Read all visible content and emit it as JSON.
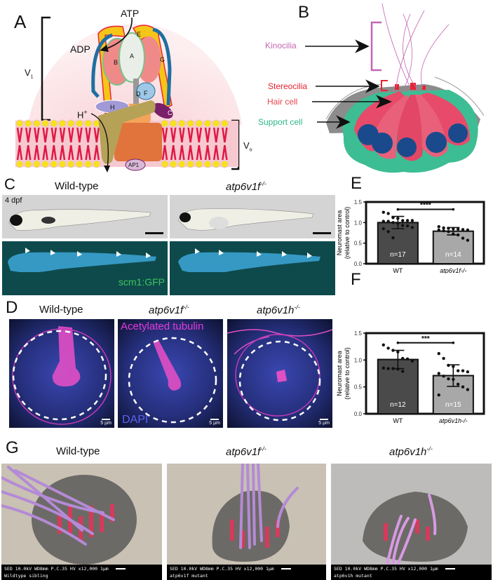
{
  "figure": {
    "panels": {
      "A": {
        "letter": "A",
        "labels": {
          "atp": "ATP",
          "adp": "ADP",
          "v1": "V",
          "v1_sub": "1",
          "vo": "V",
          "vo_sub": "o",
          "h_plus": "H",
          "h_plus_sup": "+",
          "subunits": [
            "A",
            "B",
            "C",
            "D",
            "E",
            "F",
            "G",
            "H",
            "AP1"
          ]
        },
        "colors": {
          "background": "#fbe3e6",
          "yellow": "#f5c518",
          "red": "#e8273a",
          "blue": "#1f6fa0",
          "pink": "#f08a88",
          "green": "#7cc08a",
          "tan": "#b5a257",
          "orange": "#e0743c",
          "purple": "#7a1f6a",
          "lavender": "#a29ad6"
        }
      },
      "B": {
        "letter": "B",
        "labels": [
          {
            "text": "Kinocilia",
            "color": "#c466b4"
          },
          {
            "text": "Stereocilia",
            "color": "#e8232f"
          },
          {
            "text": "Hair cell",
            "color": "#e8474f"
          },
          {
            "text": "Support cell",
            "color": "#2cb58a"
          }
        ]
      },
      "C": {
        "letter": "C",
        "titles": {
          "wt": "Wild-type",
          "mut": "atp6v1f",
          "mut_sup": "-/-"
        },
        "stage_label": "4 dpf",
        "reporter_label": "scm1:GFP",
        "reporter_color": "#3fc35a"
      },
      "D": {
        "letter": "D",
        "titles": [
          {
            "gene": "Wild-type",
            "sup": "",
            "italic": false
          },
          {
            "gene": "atp6v1f",
            "sup": "-/-",
            "italic": true
          },
          {
            "gene": "atp6v1h",
            "sup": "-/-",
            "italic": true
          }
        ],
        "stain_labels": {
          "tubulin": "Acetylated tubulin",
          "dapi": "DAPI"
        },
        "stain_colors": {
          "tubulin": "#e43ad9",
          "dapi": "#5b62ee"
        },
        "scale_label": "5 µm"
      },
      "G": {
        "letter": "G",
        "titles": [
          {
            "gene": "Wild-type",
            "sup": "",
            "italic": false
          },
          {
            "gene": "atp6v1f",
            "sup": "-/-",
            "italic": true
          },
          {
            "gene": "atp6v1h",
            "sup": "-/-",
            "italic": true
          }
        ],
        "sem_info": "SED 10.0kV WD8mm P.C.35 HV    x12,000   1µm",
        "captions": [
          "Wildtype sibling",
          "atp6v1f mutant",
          "atp6v1h mutant"
        ]
      }
    }
  },
  "chart_data": [
    {
      "panel": "E",
      "type": "bar",
      "title": "",
      "xlabel": "",
      "ylabel": "Neuromast area\n(relative to control)",
      "ylabel_line1": "Neuromast area",
      "ylabel_line2": "(relative to control)",
      "ylim": [
        0,
        1.5
      ],
      "yticks": [
        0.0,
        0.5,
        1.0,
        1.5
      ],
      "ytick_labels": [
        "0.0",
        "0.5",
        "1.0",
        "1.5"
      ],
      "categories": [
        "WT",
        "atp6v1f-/-"
      ],
      "values": [
        1.0,
        0.79
      ],
      "sd": [
        0.15,
        0.09
      ],
      "n_labels": [
        "n=17",
        "n=14"
      ],
      "bar_colors": [
        "#4a4a4a",
        "#a8a8a8"
      ],
      "significance": "****",
      "points": [
        [
          1.25,
          1.22,
          1.12,
          1.1,
          1.05,
          1.05,
          1.05,
          1.03,
          1.03,
          1.0,
          0.98,
          0.93,
          0.92,
          0.88,
          0.85,
          0.78,
          0.63
        ],
        [
          0.9,
          0.87,
          0.86,
          0.85,
          0.84,
          0.83,
          0.82,
          0.82,
          0.8,
          0.78,
          0.72,
          0.7,
          0.62,
          0.57
        ]
      ]
    },
    {
      "panel": "F",
      "type": "bar",
      "title": "",
      "xlabel": "",
      "ylabel": "Neuromast area\n(relative to control)",
      "ylabel_line1": "Neuromast area",
      "ylabel_line2": "(relative to control)",
      "ylim": [
        0,
        1.5
      ],
      "yticks": [
        0.0,
        0.5,
        1.0,
        1.5
      ],
      "ytick_labels": [
        "0.0",
        "0.5",
        "1.0",
        "1.5"
      ],
      "categories": [
        "WT",
        "atp6v1h-/-"
      ],
      "values": [
        1.01,
        0.71
      ],
      "sd": [
        0.17,
        0.2
      ],
      "n_labels": [
        "n=12",
        "n=15"
      ],
      "bar_colors": [
        "#4a4a4a",
        "#a8a8a8"
      ],
      "significance": "***",
      "points": [
        [
          1.28,
          1.22,
          1.18,
          1.15,
          1.03,
          1.02,
          0.98,
          0.85,
          0.84,
          0.84,
          0.83,
          0.79
        ],
        [
          1.12,
          1.03,
          0.9,
          0.88,
          0.8,
          0.8,
          0.78,
          0.75,
          0.7,
          0.65,
          0.64,
          0.55,
          0.5,
          0.45,
          0.35
        ]
      ]
    }
  ]
}
